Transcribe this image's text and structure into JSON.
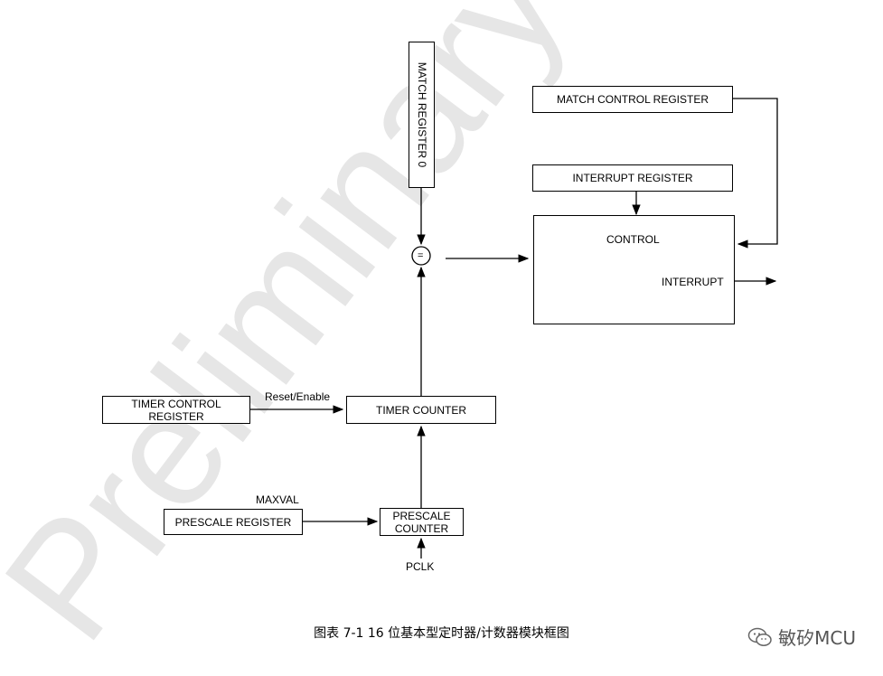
{
  "watermark": "Preliminary",
  "blocks": {
    "match_register": "MATCH REGISTER 0",
    "match_control": "MATCH CONTROL REGISTER",
    "interrupt_register": "INTERRUPT REGISTER",
    "control": "CONTROL",
    "interrupt_out": "INTERRUPT",
    "comparator": "=",
    "timer_control_line1": "TIMER CONTROL",
    "timer_control_line2": "REGISTER",
    "reset_enable": "Reset/Enable",
    "timer_counter": "TIMER COUNTER",
    "maxval": "MAXVAL",
    "prescale_register": "PRESCALE REGISTER",
    "prescale_counter_line1": "PRESCALE",
    "prescale_counter_line2": "COUNTER",
    "pclk": "PCLK"
  },
  "caption": "图表  7-1 16 位基本型定时器/计数器模块框图",
  "brand": "敏矽MCU"
}
